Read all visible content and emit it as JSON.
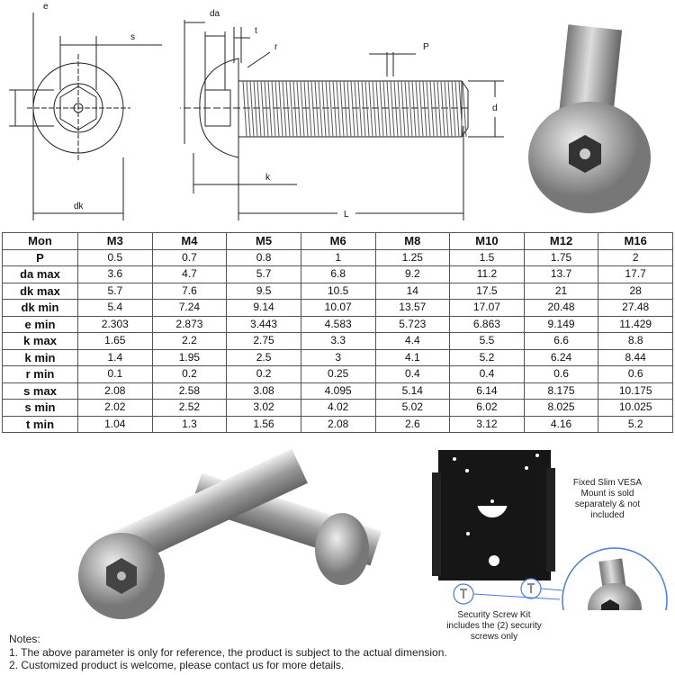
{
  "diagram": {
    "labels": {
      "e": "e",
      "s": "s",
      "dk": "dk",
      "da": "da",
      "t": "t",
      "r": "r",
      "P": "P",
      "d": "d",
      "k": "k",
      "L": "L"
    }
  },
  "table": {
    "header": [
      "Mon",
      "M3",
      "M4",
      "M5",
      "M6",
      "M8",
      "M10",
      "M12",
      "M16"
    ],
    "rows": [
      [
        "P",
        "0.5",
        "0.7",
        "0.8",
        "1",
        "1.25",
        "1.5",
        "1.75",
        "2"
      ],
      [
        "da max",
        "3.6",
        "4.7",
        "5.7",
        "6.8",
        "9.2",
        "11.2",
        "13.7",
        "17.7"
      ],
      [
        "dk max",
        "5.7",
        "7.6",
        "9.5",
        "10.5",
        "14",
        "17.5",
        "21",
        "28"
      ],
      [
        "dk min",
        "5.4",
        "7.24",
        "9.14",
        "10.07",
        "13.57",
        "17.07",
        "20.48",
        "27.48"
      ],
      [
        "e min",
        "2.303",
        "2.873",
        "3.443",
        "4.583",
        "5.723",
        "6.863",
        "9.149",
        "11.429"
      ],
      [
        "k max",
        "1.65",
        "2.2",
        "2.75",
        "3.3",
        "4.4",
        "5.5",
        "6.6",
        "8.8"
      ],
      [
        "k min",
        "1.4",
        "1.95",
        "2.5",
        "3",
        "4.1",
        "5.2",
        "6.24",
        "8.44"
      ],
      [
        "r min",
        "0.1",
        "0.2",
        "0.2",
        "0.25",
        "0.4",
        "0.4",
        "0.6",
        "0.6"
      ],
      [
        "s max",
        "2.08",
        "2.58",
        "3.08",
        "4.095",
        "5.14",
        "6.14",
        "8.175",
        "10.175"
      ],
      [
        "s min",
        "2.02",
        "2.52",
        "3.02",
        "4.02",
        "5.02",
        "6.02",
        "8.025",
        "10.025"
      ],
      [
        "t min",
        "1.04",
        "1.3",
        "1.56",
        "2.08",
        "2.6",
        "3.12",
        "4.16",
        "5.2"
      ]
    ]
  },
  "vesa": {
    "mount_note": "Fixed Slim VESA Mount is sold separately & not included",
    "kit_note": "Security Screw Kit includes the (2) security screws only"
  },
  "notes": {
    "title": "Notes:",
    "items": [
      "1. The above parameter is only for reference, the product is subject to the actual dimension.",
      "2. Customized product is welcome, please contact us for more details."
    ]
  },
  "colors": {
    "accent_blue": "#4a7be0",
    "mount_black": "#161616",
    "steel": "#a9a9a9"
  }
}
